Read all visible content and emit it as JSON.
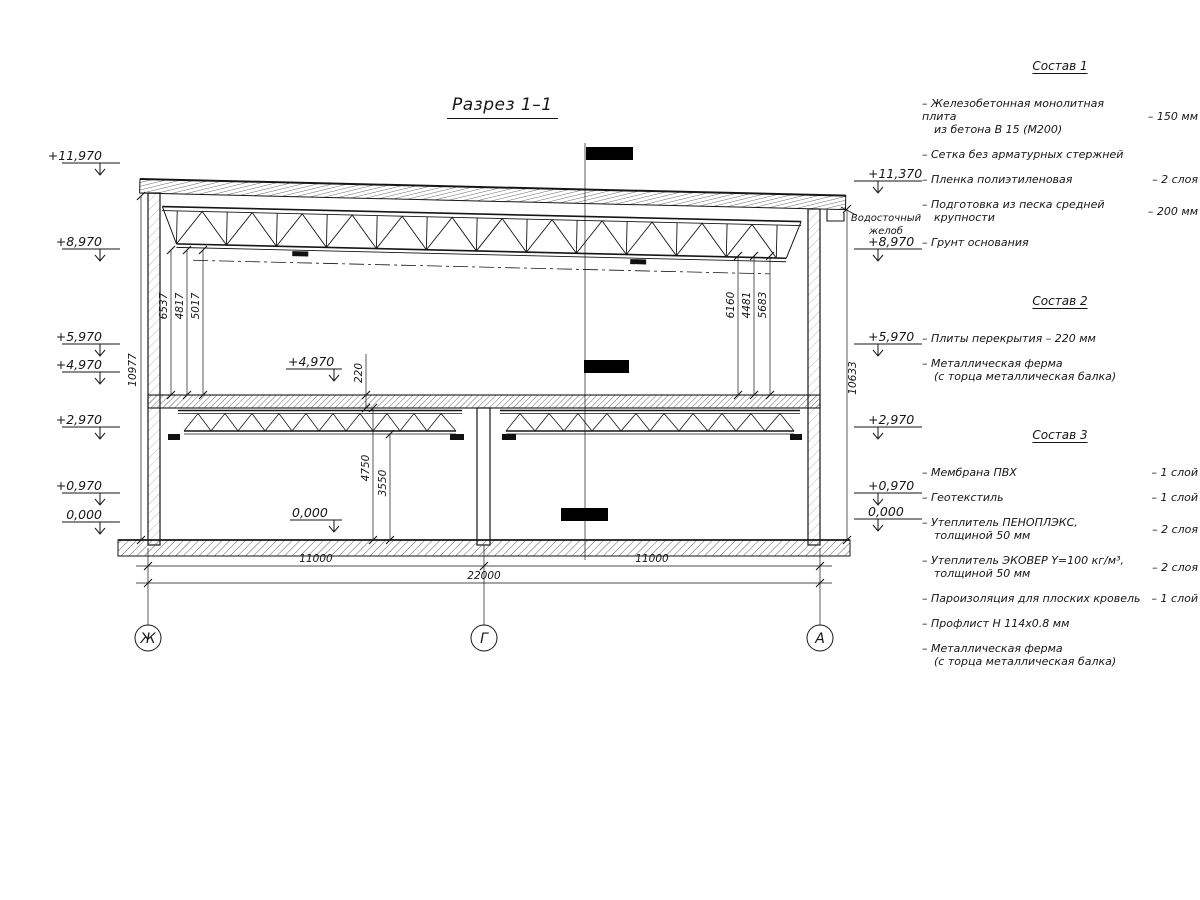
{
  "drawing": {
    "title": "Разрез 1–1",
    "elev_left": [
      "+11,970",
      "+8,970",
      "+5,970",
      "+4,970",
      "+2,970",
      "+0,970",
      "0,000"
    ],
    "elev_right": [
      "+11,370",
      "+8,970",
      "+5,970",
      "+2,970",
      "+0,970",
      "0,000"
    ],
    "elev_inner": [
      "+4,970",
      "0,000"
    ],
    "gutter": [
      "Водосточный",
      "желоб"
    ],
    "dims_vert_left": [
      "6537",
      "4817",
      "5017"
    ],
    "dims_vert_right": [
      "6160",
      "4481",
      "5683"
    ],
    "dims_center": [
      "220",
      "4750",
      "3550"
    ],
    "dims_outer": [
      "10977",
      "10633"
    ],
    "dims_bottom": [
      "11000",
      "11000",
      "22000"
    ],
    "axes": [
      "Ж",
      "Г",
      "А"
    ]
  },
  "specs": [
    {
      "title": "Состав 1",
      "items": [
        {
          "text1": "– Железобетонная  монолитная плита",
          "text2": "из бетона В 15 (М200)",
          "value": "– 150 мм"
        },
        {
          "text1": "– Сетка без арматурных стержней",
          "text2": "",
          "value": ""
        },
        {
          "text1": "– Пленка полиэтиленовая",
          "text2": "",
          "value": "– 2 слоя"
        },
        {
          "text1": "– Подготовка из песка средней",
          "text2": "крупности",
          "value": "– 200 мм"
        },
        {
          "text1": "– Грунт основания",
          "text2": "",
          "value": ""
        }
      ]
    },
    {
      "title": "Состав 2",
      "items": [
        {
          "text1": "– Плиты перекрытия – 220 мм",
          "text2": "",
          "value": ""
        },
        {
          "text1": "– Металлическая ферма",
          "text2": "(с торца металлическая балка)",
          "value": ""
        }
      ]
    },
    {
      "title": "Состав 3",
      "items": [
        {
          "text1": "– Мембрана ПВХ",
          "text2": "",
          "value": "– 1 слой"
        },
        {
          "text1": "– Геотекстиль",
          "text2": "",
          "value": "– 1 слой"
        },
        {
          "text1": "– Утеплитель ПЕНОПЛЭКС,",
          "text2": "толщиной 50 мм",
          "value": "– 2 слоя"
        },
        {
          "text1": "– Утеплитель ЭКОВЕР Y=100 кг/м³,",
          "text2": "толщиной 50 мм",
          "value": "– 2 слоя"
        },
        {
          "text1": "– Пароизоляция для плоских кровель",
          "text2": "",
          "value": "– 1 слой"
        },
        {
          "text1": "– Профлист Н 114х0.8 мм",
          "text2": "",
          "value": ""
        },
        {
          "text1": "– Металлическая ферма",
          "text2": "(с торца металлическая балка)",
          "value": ""
        }
      ]
    }
  ]
}
